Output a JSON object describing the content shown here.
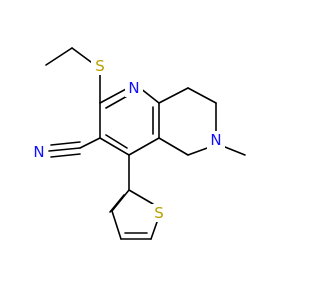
{
  "molecule": {
    "atoms": {
      "N1": {
        "symbol": "N",
        "color": "#1010ff"
      },
      "N2": {
        "symbol": "N",
        "color": "#1010ff"
      },
      "N3": {
        "symbol": "N",
        "color": "#1010ff"
      },
      "S1": {
        "symbol": "S",
        "color": "#b8a000"
      },
      "S2": {
        "symbol": "S",
        "color": "#b8a000"
      }
    }
  }
}
